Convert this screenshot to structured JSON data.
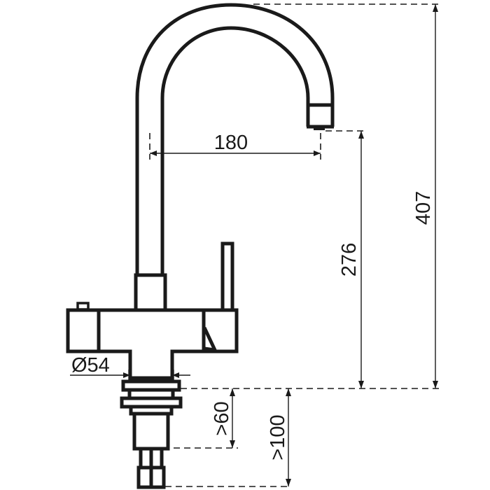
{
  "drawing": {
    "subject": "Kitchen tap (faucet) dimension drawing",
    "units": "mm",
    "line_color": "#1a1a1a",
    "background": "#ffffff"
  },
  "dimensions": {
    "spout_reach": {
      "label": "180",
      "orientation": "horizontal"
    },
    "spout_height": {
      "label": "276",
      "orientation": "vertical"
    },
    "total_height": {
      "label": "407",
      "orientation": "vertical"
    },
    "hole_diameter": {
      "label": "Ø54",
      "orientation": "horizontal"
    },
    "min_clearance_a": {
      "label": ">60",
      "orientation": "vertical"
    },
    "min_clearance_b": {
      "label": ">100",
      "orientation": "vertical"
    }
  }
}
